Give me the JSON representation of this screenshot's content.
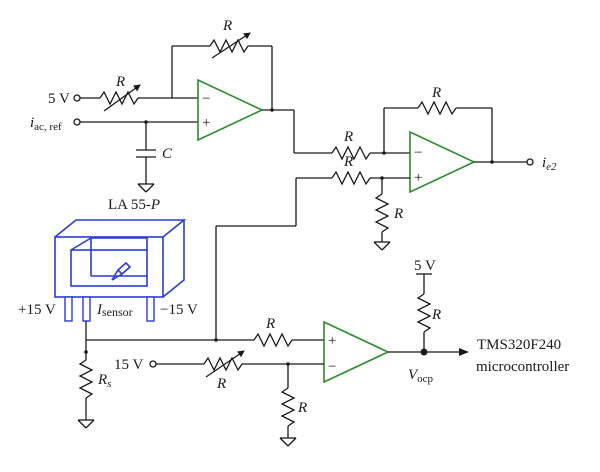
{
  "labels": {
    "v5_left": "5 V",
    "iac_ref_main": "i",
    "iac_ref_sub": "ac, ref",
    "cap_label": "C",
    "ie2_main": "i",
    "ie2_sub": "e2",
    "sensor_name_a": "LA 55-",
    "sensor_name_b": "P",
    "p15v": "+15 V",
    "m15v": "−15 V",
    "isensor_main": "I",
    "isensor_sub": "sensor",
    "rs_main": "R",
    "rs_sub": "s",
    "v15_bottom": "15 V",
    "v5_top_right": "5 V",
    "vocp_main": "V",
    "vocp_sub": "ocp",
    "mcu_line1": "TMS320F240",
    "mcu_line2": "microcontroller"
  },
  "resistors": [
    {
      "id": "r-feedback-amp1",
      "label": "R",
      "variable": true
    },
    {
      "id": "r-input-amp1",
      "label": "R",
      "variable": true
    },
    {
      "id": "r-feedback-amp2",
      "label": "R",
      "variable": false
    },
    {
      "id": "r-input-amp2-inv",
      "label": "R",
      "variable": false
    },
    {
      "id": "r-input-amp2-noninv",
      "label": "R",
      "variable": false
    },
    {
      "id": "r-ground-amp2",
      "label": "R",
      "variable": false
    },
    {
      "id": "r-input-amp3-noninv",
      "label": "R",
      "variable": false
    },
    {
      "id": "r-input-amp3-inv",
      "label": "R",
      "variable": true
    },
    {
      "id": "r-ground-amp3",
      "label": "R",
      "variable": false
    },
    {
      "id": "r-pullup",
      "label": "R",
      "variable": false
    }
  ],
  "opamps": [
    {
      "id": "opamp-1",
      "minus": "−",
      "plus": "+"
    },
    {
      "id": "opamp-2",
      "minus": "−",
      "plus": "+"
    },
    {
      "id": "opamp-3",
      "minus": "−",
      "plus": "+"
    }
  ],
  "colors": {
    "opamp": "#2e8b2e",
    "sensor": "#2b3bd4",
    "wire": "#1a1a1a"
  }
}
